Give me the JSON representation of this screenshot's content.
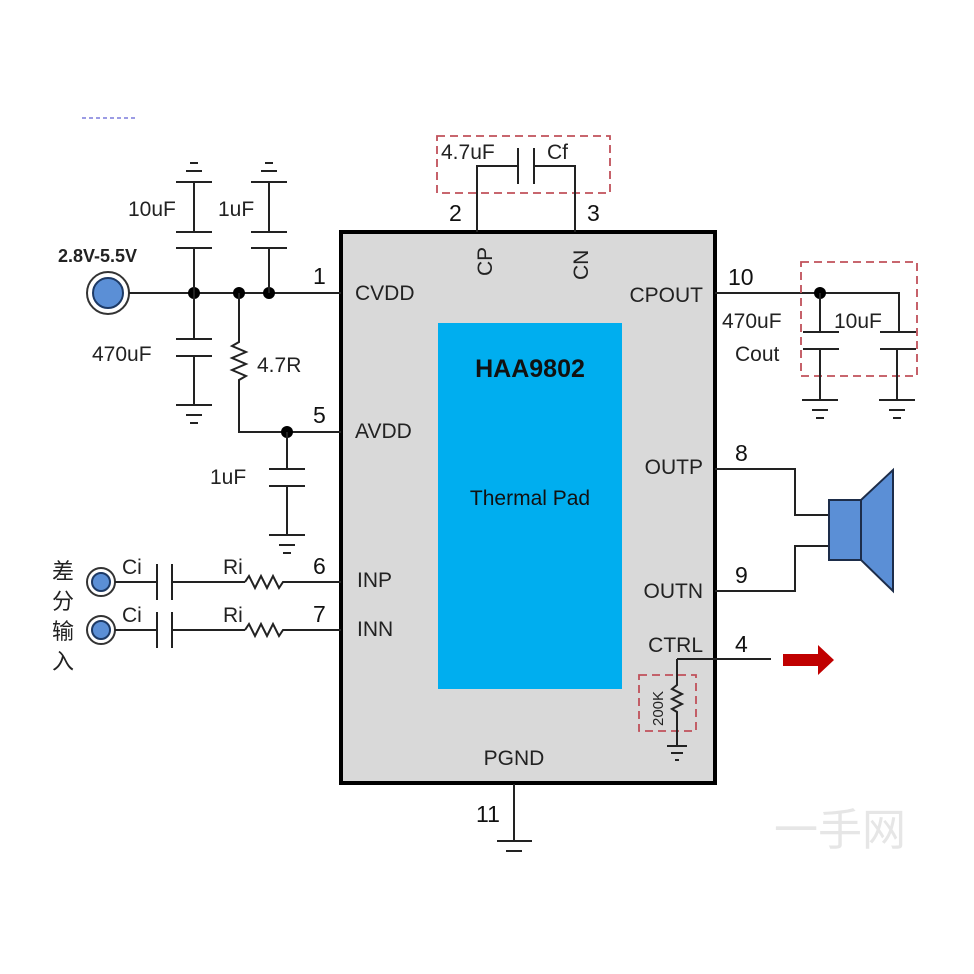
{
  "chip": {
    "part_number": "HAA9802",
    "thermal_pad_label": "Thermal Pad",
    "body_color": "#d9d9d9",
    "pad_color": "#00aeef"
  },
  "supply": {
    "label": "2.8V-5.5V"
  },
  "pins": [
    {
      "number": "1",
      "name": "CVDD"
    },
    {
      "number": "5",
      "name": "AVDD"
    },
    {
      "number": "6",
      "name": "INP"
    },
    {
      "number": "7",
      "name": "INN"
    },
    {
      "number": "2",
      "name": "CP"
    },
    {
      "number": "3",
      "name": "CN"
    },
    {
      "number": "10",
      "name": "CPOUT"
    },
    {
      "number": "8",
      "name": "OUTP"
    },
    {
      "number": "9",
      "name": "OUTN"
    },
    {
      "number": "4",
      "name": "CTRL"
    },
    {
      "number": "11",
      "name": "PGND"
    }
  ],
  "components": {
    "c_10uf_in": "10uF",
    "c_1uf_in": "1uF",
    "c_470uf_in": "470uF",
    "r_4_7": "4.7R",
    "c_1uf_avdd": "1uF",
    "cf_value": "4.7uF",
    "cf_name": "Cf",
    "cout_value": "470uF",
    "cout_name": "Cout",
    "c_10uf_out": "10uF",
    "ci_1": "Ci",
    "ci_2": "Ci",
    "ri_1": "Ri",
    "ri_2": "Ri",
    "r_ctrl": "200K"
  },
  "diff_input_label": [
    "差",
    "分",
    "输",
    "入"
  ],
  "watermark": "一手网",
  "colors": {
    "connector_fill": "#5b8fd6",
    "speaker_fill": "#5b8fd6",
    "arrow": "#c00000",
    "dashed_box": "#c0505a"
  }
}
